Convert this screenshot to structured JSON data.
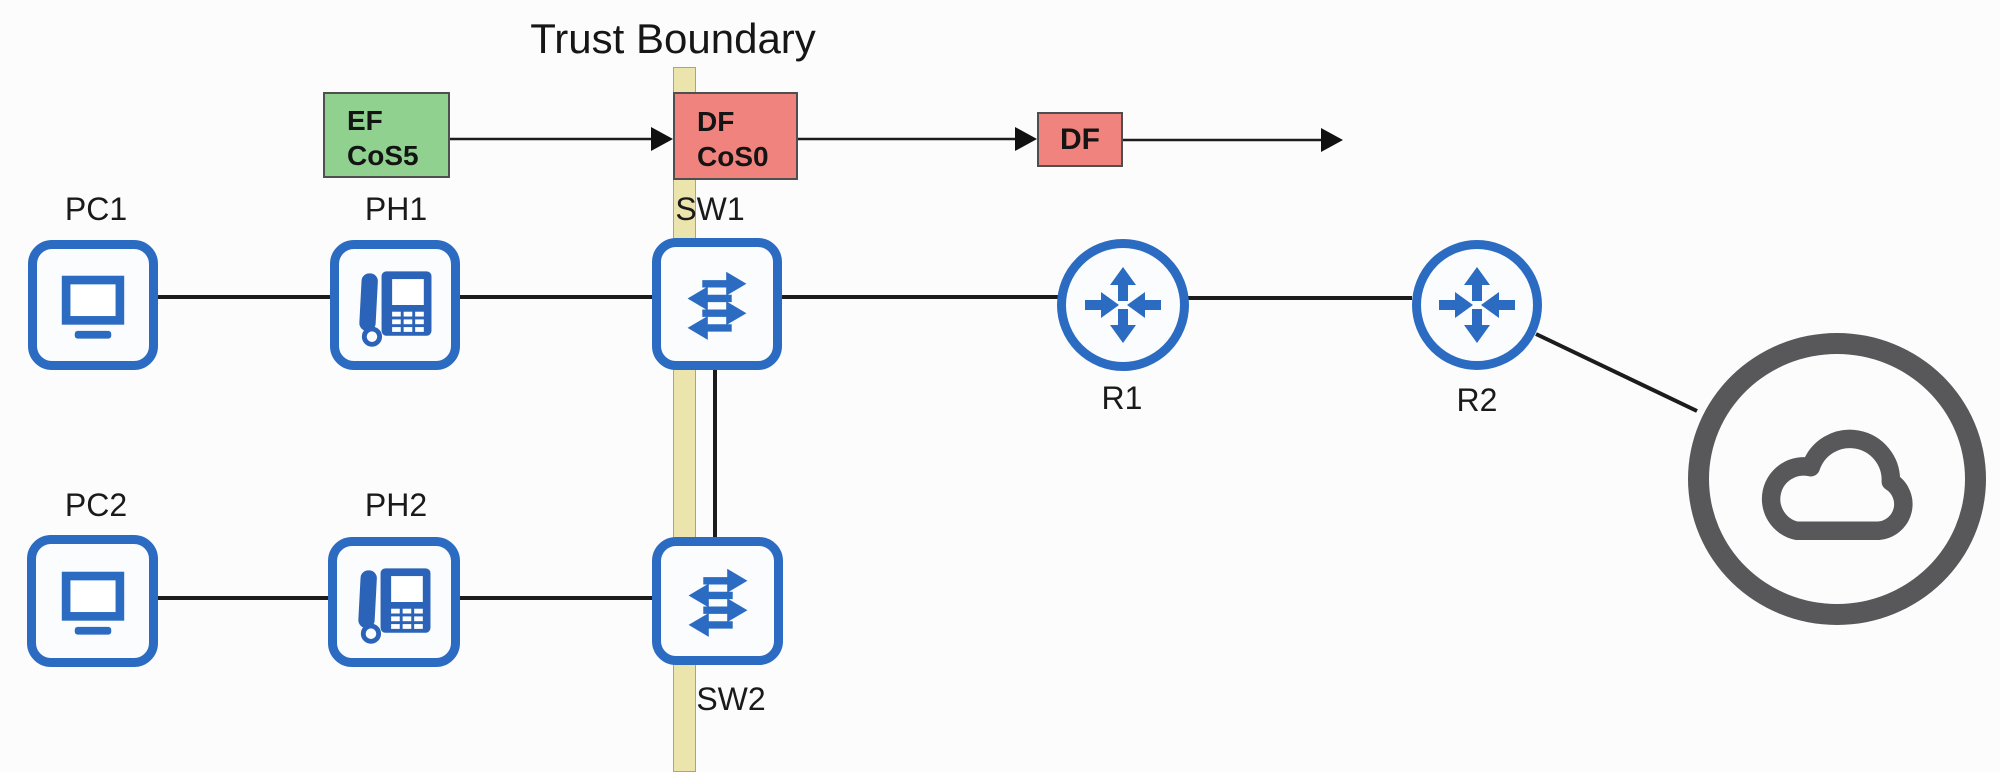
{
  "title": "Trust Boundary",
  "packets": {
    "ef": {
      "line1": "EF",
      "line2": "CoS5"
    },
    "df_cos0": {
      "line1": "DF",
      "line2": "CoS0"
    },
    "df": {
      "line1": "DF"
    }
  },
  "devices": {
    "pc1": {
      "label": "PC1",
      "type": "pc",
      "icon": "desktop-pc-icon"
    },
    "ph1": {
      "label": "PH1",
      "type": "ip-phone",
      "icon": "ip-phone-icon"
    },
    "sw1": {
      "label": "SW1",
      "type": "switch",
      "icon": "switch-icon"
    },
    "r1": {
      "label": "R1",
      "type": "router",
      "icon": "router-icon"
    },
    "r2": {
      "label": "R2",
      "type": "router",
      "icon": "router-icon"
    },
    "pc2": {
      "label": "PC2",
      "type": "pc",
      "icon": "desktop-pc-icon"
    },
    "ph2": {
      "label": "PH2",
      "type": "ip-phone",
      "icon": "ip-phone-icon"
    },
    "sw2": {
      "label": "SW2",
      "type": "switch",
      "icon": "switch-icon"
    },
    "cloud": {
      "label": "",
      "type": "cloud",
      "icon": "cloud-icon"
    }
  },
  "links": [
    {
      "from": "PC1",
      "to": "PH1"
    },
    {
      "from": "PH1",
      "to": "SW1"
    },
    {
      "from": "SW1",
      "to": "R1"
    },
    {
      "from": "R1",
      "to": "R2"
    },
    {
      "from": "R2",
      "to": "cloud"
    },
    {
      "from": "PC2",
      "to": "PH2"
    },
    {
      "from": "PH2",
      "to": "SW2"
    },
    {
      "from": "SW1",
      "to": "SW2"
    }
  ],
  "colors": {
    "device_blue": "#2b6cc2",
    "packet_green": "#90d190",
    "packet_red": "#f0837d",
    "boundary_tan": "#ece4ad",
    "cloud_gray": "#58585a",
    "line_black": "#1c1c1c"
  }
}
